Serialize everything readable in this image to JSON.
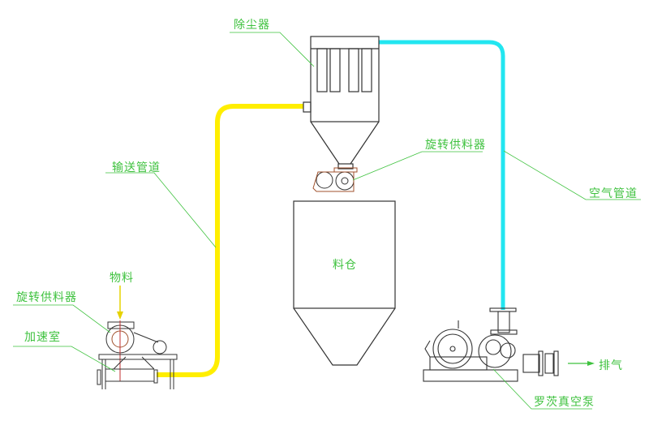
{
  "labels": {
    "dust_collector": "除尘器",
    "rotary_feeder_top": "旋转供料器",
    "conveying_pipe": "输送管道",
    "air_pipe": "空气管道",
    "material": "物料",
    "rotary_feeder_bottom": "旋转供料器",
    "acceleration_chamber": "加速室",
    "silo": "料仓",
    "exhaust": "排气",
    "roots_vacuum_pump": "罗茨真空泵"
  },
  "colors": {
    "conveying_pipe": "#ffee00",
    "air_pipe": "#22e6f0",
    "label_text": "#3fc23f",
    "equipment_line": "#333333",
    "feeder_accent": "#a0522d"
  }
}
